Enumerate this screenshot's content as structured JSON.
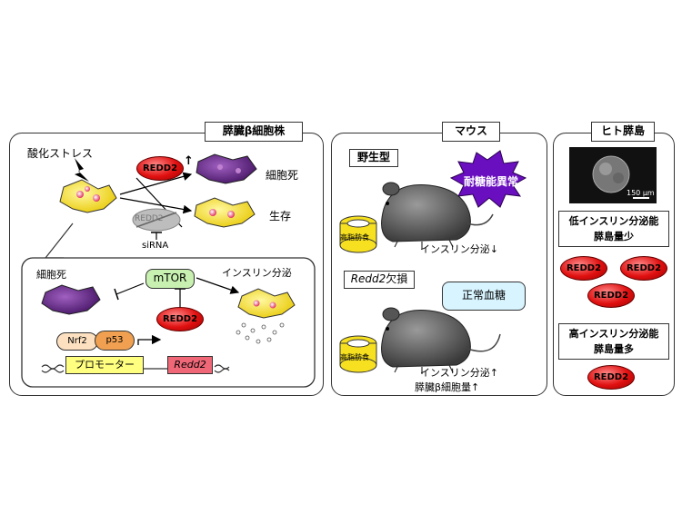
{
  "left": {
    "tab": "膵臓β細胞株",
    "stress": "酸化ストレス",
    "redd2": "REDD2",
    "up_arrow": "↑",
    "cell_death": "細胞死",
    "survival": "生存",
    "redd2_ko": "REDD2",
    "sirna": "siRNA",
    "inset": {
      "cell_death": "細胞死",
      "mtor": "mTOR",
      "insulin_secretion": "インスリン分泌",
      "redd2": "REDD2",
      "nrf2": "Nrf2",
      "p53": "p53",
      "promoter": "プロモーター",
      "gene": "Redd2"
    }
  },
  "middle": {
    "tab": "マウス",
    "wt_label": "野生型",
    "burst": "耐糖能異常",
    "hfd1": "高脂肪食",
    "insulin_down": "インスリン分泌↓",
    "ko_gene": "Redd2",
    "ko_suffix": "欠損",
    "normoglycemia": "正常血糖",
    "hfd2": "高脂肪食",
    "insulin_up": "インスリン分泌↑",
    "beta_mass_up": "膵臓β細胞量↑"
  },
  "right": {
    "tab": "ヒト膵島",
    "scale": "150 µm",
    "low_line1": "低インスリン分泌能",
    "low_line2": "膵島量少",
    "redd2_a": "REDD2",
    "redd2_b": "REDD2",
    "redd2_c": "REDD2",
    "high_line1": "高インスリン分泌能",
    "high_line2": "膵島量多",
    "redd2_d": "REDD2"
  }
}
